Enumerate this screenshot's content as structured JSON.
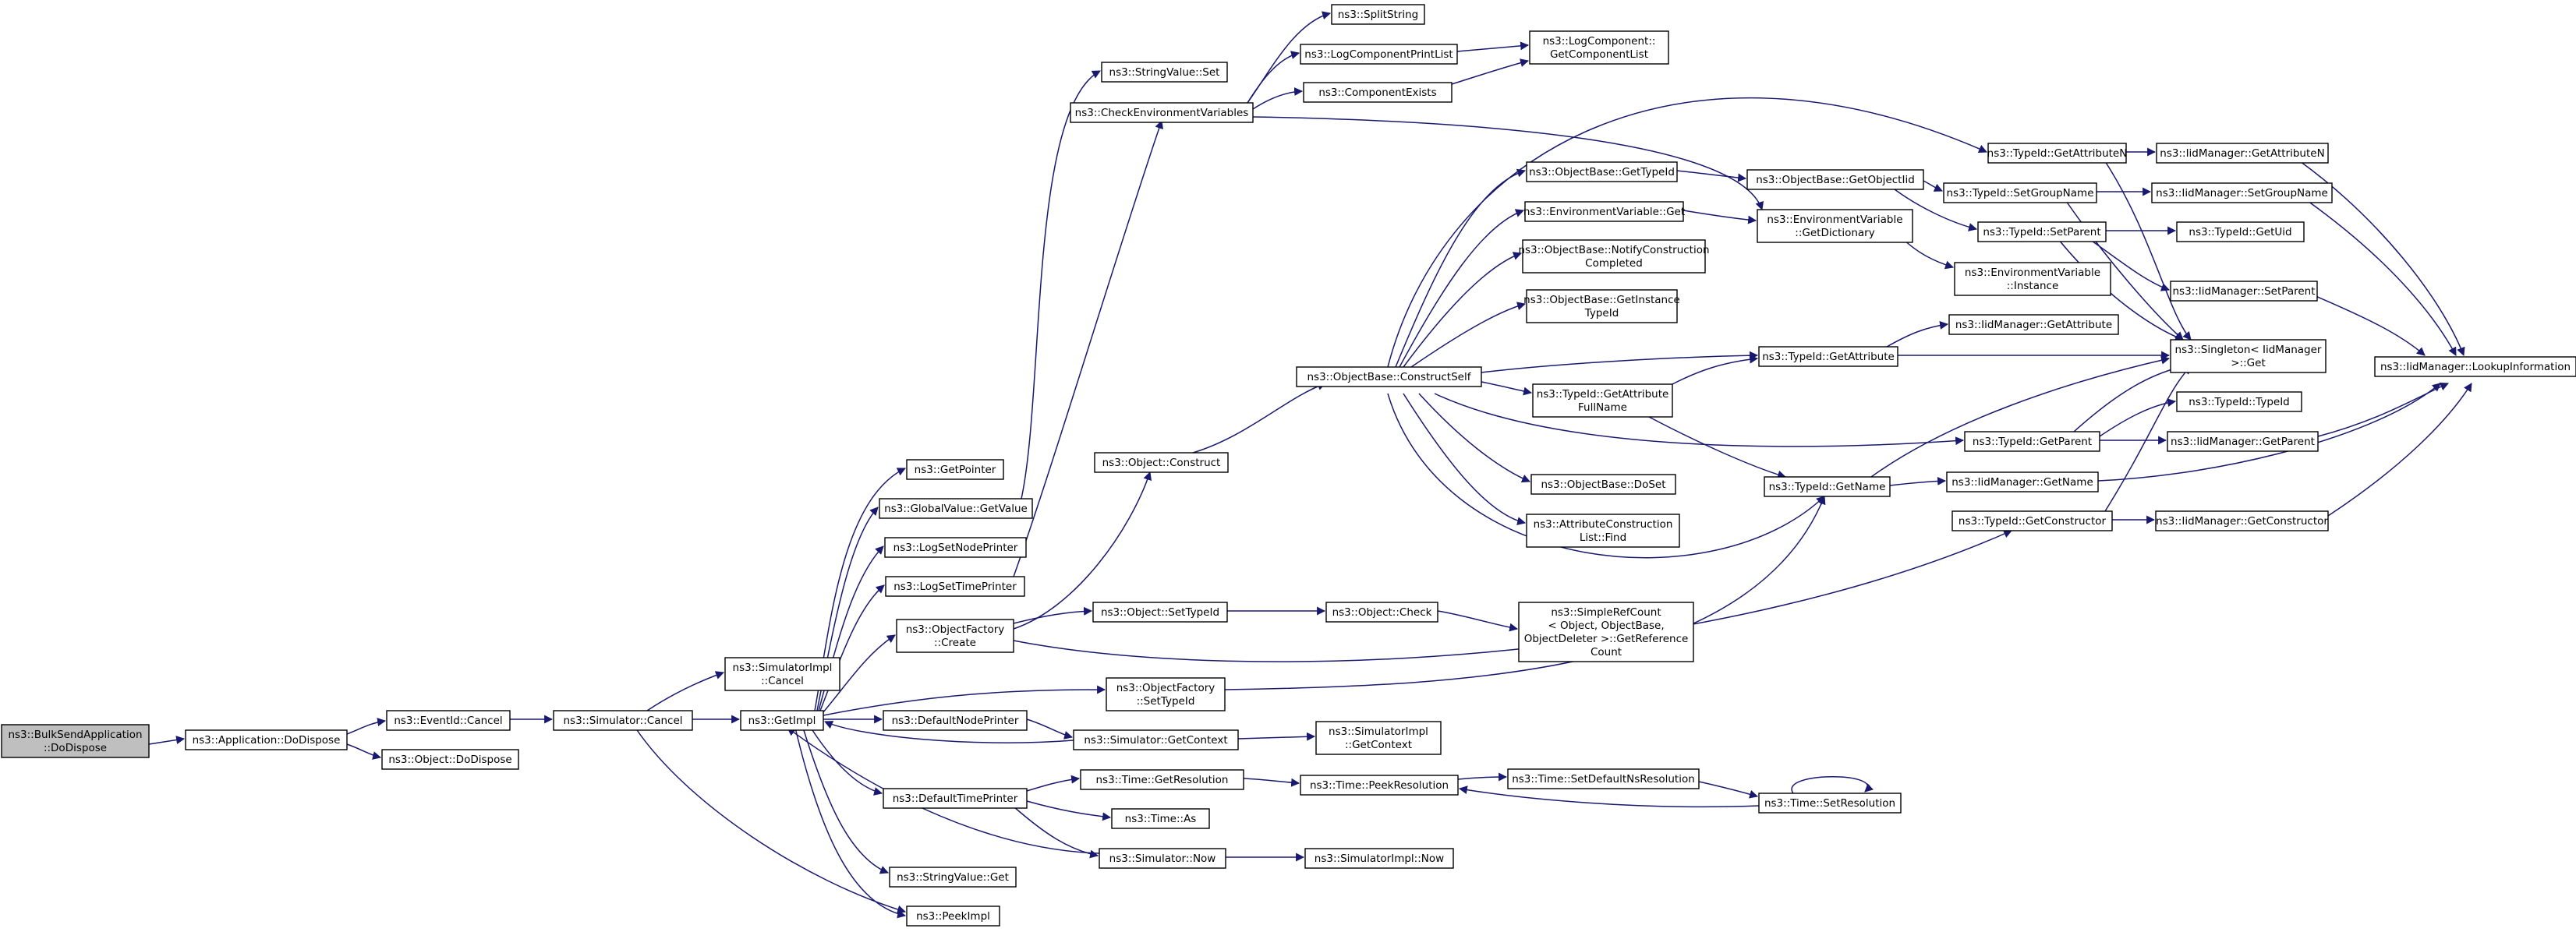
{
  "colors": {
    "edge": "#191970",
    "node_border": "#000000",
    "root_fill": "#bfbfbf",
    "node_fill": "#ffffff"
  },
  "nodes": [
    {
      "id": "root",
      "lines": [
        "ns3::BulkSendApplication",
        "::DoDispose"
      ],
      "root": true
    },
    {
      "id": "appDoDispose",
      "lines": [
        "ns3::Application::DoDispose"
      ]
    },
    {
      "id": "eventCancel",
      "lines": [
        "ns3::EventId::Cancel"
      ]
    },
    {
      "id": "objDoDispose",
      "lines": [
        "ns3::Object::DoDispose"
      ]
    },
    {
      "id": "simCancel",
      "lines": [
        "ns3::Simulator::Cancel"
      ]
    },
    {
      "id": "simImplCancel",
      "lines": [
        "ns3::SimulatorImpl",
        "::Cancel"
      ]
    },
    {
      "id": "getImpl",
      "lines": [
        "ns3::GetImpl"
      ]
    },
    {
      "id": "peekImpl",
      "lines": [
        "ns3::PeekImpl"
      ]
    },
    {
      "id": "getPointer",
      "lines": [
        "ns3::GetPointer"
      ]
    },
    {
      "id": "gvGetValue",
      "lines": [
        "ns3::GlobalValue::GetValue"
      ]
    },
    {
      "id": "logSetNode",
      "lines": [
        "ns3::LogSetNodePrinter"
      ]
    },
    {
      "id": "logSetTime",
      "lines": [
        "ns3::LogSetTimePrinter"
      ]
    },
    {
      "id": "objFactCreate",
      "lines": [
        "ns3::ObjectFactory",
        "::Create"
      ]
    },
    {
      "id": "defNodePrinter",
      "lines": [
        "ns3::DefaultNodePrinter"
      ]
    },
    {
      "id": "defTimePrinter",
      "lines": [
        "ns3::DefaultTimePrinter"
      ]
    },
    {
      "id": "strValGet",
      "lines": [
        "ns3::StringValue::Get"
      ]
    },
    {
      "id": "strValSet",
      "lines": [
        "ns3::StringValue::Set"
      ]
    },
    {
      "id": "checkEnv",
      "lines": [
        "ns3::CheckEnvironmentVariables"
      ]
    },
    {
      "id": "objConstruct",
      "lines": [
        "ns3::Object::Construct"
      ]
    },
    {
      "id": "objSetTypeId",
      "lines": [
        "ns3::Object::SetTypeId"
      ]
    },
    {
      "id": "ofSetTypeId",
      "lines": [
        "ns3::ObjectFactory",
        "::SetTypeId"
      ]
    },
    {
      "id": "simGetContext",
      "lines": [
        "ns3::Simulator::GetContext"
      ]
    },
    {
      "id": "timeGetRes",
      "lines": [
        "ns3::Time::GetResolution"
      ]
    },
    {
      "id": "timeAs",
      "lines": [
        "ns3::Time::As"
      ]
    },
    {
      "id": "simNow",
      "lines": [
        "ns3::Simulator::Now"
      ]
    },
    {
      "id": "splitString",
      "lines": [
        "ns3::SplitString"
      ]
    },
    {
      "id": "logCompPrint",
      "lines": [
        "ns3::LogComponentPrintList"
      ]
    },
    {
      "id": "compExists",
      "lines": [
        "ns3::ComponentExists"
      ]
    },
    {
      "id": "logCompGet",
      "lines": [
        "ns3::LogComponent::",
        "GetComponentList"
      ]
    },
    {
      "id": "obConstructSelf",
      "lines": [
        "ns3::ObjectBase::ConstructSelf"
      ]
    },
    {
      "id": "objCheck",
      "lines": [
        "ns3::Object::Check"
      ]
    },
    {
      "id": "simpleRef",
      "lines": [
        "ns3::SimpleRefCount",
        "< Object, ObjectBase,",
        "ObjectDeleter >::GetReference",
        "Count"
      ]
    },
    {
      "id": "simImplGetCtx",
      "lines": [
        "ns3::SimulatorImpl",
        "::GetContext"
      ]
    },
    {
      "id": "timePeekRes",
      "lines": [
        "ns3::Time::PeekResolution"
      ]
    },
    {
      "id": "simImplNow",
      "lines": [
        "ns3::SimulatorImpl::Now"
      ]
    },
    {
      "id": "obGetTypeId",
      "lines": [
        "ns3::ObjectBase::GetTypeId"
      ]
    },
    {
      "id": "envVarGet",
      "lines": [
        "ns3::EnvironmentVariable::Get"
      ]
    },
    {
      "id": "obNotify",
      "lines": [
        "ns3::ObjectBase::NotifyConstruction",
        "Completed"
      ]
    },
    {
      "id": "obGetInst",
      "lines": [
        "ns3::ObjectBase::GetInstance",
        "TypeId"
      ]
    },
    {
      "id": "tidGetAttrFull",
      "lines": [
        "ns3::TypeId::GetAttribute",
        "FullName"
      ]
    },
    {
      "id": "obDoSet",
      "lines": [
        "ns3::ObjectBase::DoSet"
      ]
    },
    {
      "id": "attrFind",
      "lines": [
        "ns3::AttributeConstruction",
        "List::Find"
      ]
    },
    {
      "id": "timeSetDefNs",
      "lines": [
        "ns3::Time::SetDefaultNsResolution"
      ]
    },
    {
      "id": "timeSetRes",
      "lines": [
        "ns3::Time::SetResolution"
      ]
    },
    {
      "id": "obGetObjectIid",
      "lines": [
        "ns3::ObjectBase::GetObjectIid"
      ]
    },
    {
      "id": "envGetDict",
      "lines": [
        "ns3::EnvironmentVariable",
        "::GetDictionary"
      ]
    },
    {
      "id": "tidGetAttr",
      "lines": [
        "ns3::TypeId::GetAttribute"
      ]
    },
    {
      "id": "tidGetName",
      "lines": [
        "ns3::TypeId::GetName"
      ]
    },
    {
      "id": "tidGetAttrN",
      "lines": [
        "ns3::TypeId::GetAttributeN"
      ]
    },
    {
      "id": "tidSetGroupName",
      "lines": [
        "ns3::TypeId::SetGroupName"
      ]
    },
    {
      "id": "tidSetParent",
      "lines": [
        "ns3::TypeId::SetParent"
      ]
    },
    {
      "id": "envInstance",
      "lines": [
        "ns3::EnvironmentVariable",
        "::Instance"
      ]
    },
    {
      "id": "iidGetAttribute",
      "lines": [
        "ns3::IidManager::GetAttribute"
      ]
    },
    {
      "id": "tidGetParent",
      "lines": [
        "ns3::TypeId::GetParent"
      ]
    },
    {
      "id": "iidGetName",
      "lines": [
        "ns3::IidManager::GetName"
      ]
    },
    {
      "id": "tidGetConstructor",
      "lines": [
        "ns3::TypeId::GetConstructor"
      ]
    },
    {
      "id": "iidGetAttrN",
      "lines": [
        "ns3::IidManager::GetAttributeN"
      ]
    },
    {
      "id": "iidSetGroupName",
      "lines": [
        "ns3::IidManager::SetGroupName"
      ]
    },
    {
      "id": "tidGetUid",
      "lines": [
        "ns3::TypeId::GetUid"
      ]
    },
    {
      "id": "iidSetParent",
      "lines": [
        "ns3::IidManager::SetParent"
      ]
    },
    {
      "id": "singletonGet",
      "lines": [
        "ns3::Singleton< IidManager",
        " >::Get"
      ]
    },
    {
      "id": "tidTypeId",
      "lines": [
        "ns3::TypeId::TypeId"
      ]
    },
    {
      "id": "iidGetParent",
      "lines": [
        "ns3::IidManager::GetParent"
      ]
    },
    {
      "id": "iidGetConstructor",
      "lines": [
        "ns3::IidManager::GetConstructor"
      ]
    },
    {
      "id": "iidLookup",
      "lines": [
        "ns3::IidManager::LookupInformation"
      ]
    }
  ]
}
